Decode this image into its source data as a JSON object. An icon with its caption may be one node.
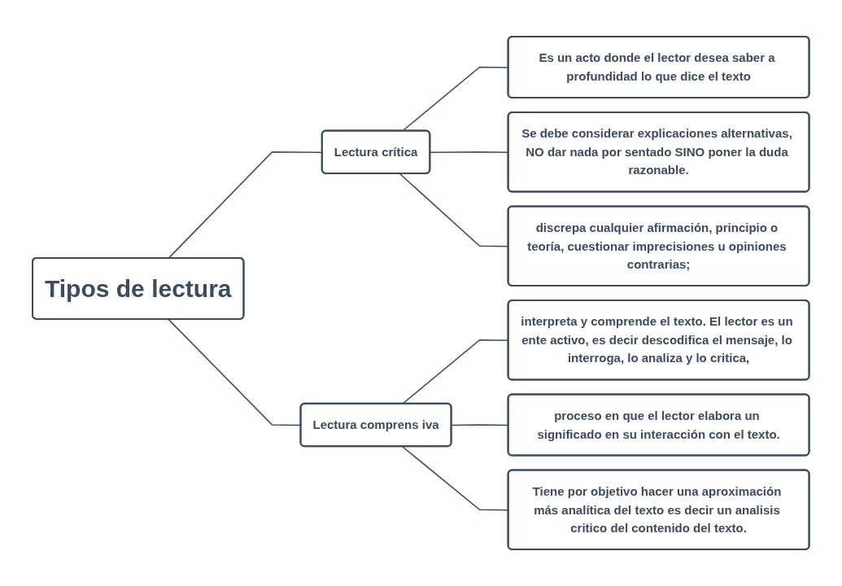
{
  "diagram": {
    "nodes": [
      {
        "text": [
          "Tipos de lectura"
        ]
      },
      {
        "text": [
          "Lectura crítica"
        ]
      },
      {
        "text": [
          "Lectura comprens iva"
        ]
      },
      {
        "text": [
          "Es un acto donde el lector desea saber a profundidad lo que dice el texto"
        ]
      },
      {
        "text": [
          "Se debe considerar explicaciones alternativas, NO dar nada por sentado SINO poner la duda razonable."
        ]
      },
      {
        "text": [
          "discrepa cualquier afirmación, principio o teoría, cuestionar imprecisiones u opiniones contrarias;"
        ]
      },
      {
        "text": [
          "interpreta y comprende el texto. El lector es un ente activo, es decir descodifica el mensaje, lo interroga, lo analiza y lo critica,"
        ]
      },
      {
        "text": [
          "proceso en que el lector elabora un significado en su interacción con el texto."
        ]
      },
      {
        "text": [
          "Tiene por objetivo hacer una aproximación más analítica del texto es decir un analisis critico del contenido del texto."
        ]
      }
    ],
    "edges": [
      {
        "from": 0,
        "to": 1,
        "arrow": "none"
      },
      {
        "from": 0,
        "to": 2,
        "arrow": "none"
      },
      {
        "from": 1,
        "to": 3,
        "arrow": "none"
      },
      {
        "from": 1,
        "to": 4,
        "arrow": "none"
      },
      {
        "from": 1,
        "to": 5,
        "arrow": "none"
      },
      {
        "from": 2,
        "to": 6,
        "arrow": "none"
      },
      {
        "from": 2,
        "to": 7,
        "arrow": "none"
      },
      {
        "from": 2,
        "to": 8,
        "arrow": "none"
      }
    ]
  }
}
